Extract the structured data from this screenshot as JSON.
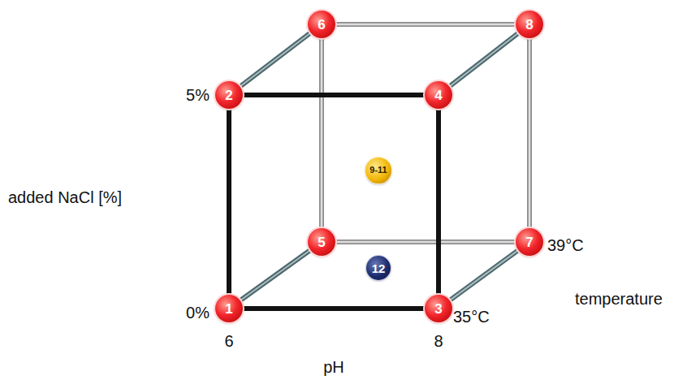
{
  "diagram": {
    "nodes": [
      {
        "text": [
          "6"
        ]
      },
      {
        "text": [
          "8"
        ]
      },
      {
        "text": [
          "2"
        ]
      },
      {
        "text": [
          "4"
        ]
      },
      {
        "text": [
          "9-11"
        ]
      },
      {
        "text": [
          "5"
        ]
      },
      {
        "text": [
          "7"
        ]
      },
      {
        "text": [
          "12"
        ]
      },
      {
        "text": [
          "1"
        ]
      },
      {
        "text": [
          "3"
        ]
      }
    ],
    "edges": [
      {
        "from": 5,
        "to": 0,
        "arrow": "none"
      },
      {
        "from": 0,
        "to": 1,
        "arrow": "none"
      },
      {
        "from": 1,
        "to": 6,
        "arrow": "none"
      },
      {
        "from": 5,
        "to": 6,
        "arrow": "none"
      },
      {
        "from": 8,
        "to": 5,
        "arrow": "none"
      },
      {
        "from": 2,
        "to": 0,
        "arrow": "none"
      },
      {
        "from": 9,
        "to": 6,
        "arrow": "none"
      },
      {
        "from": 3,
        "to": 1,
        "arrow": "none"
      },
      {
        "from": 8,
        "to": 2,
        "arrow": "none"
      },
      {
        "from": 2,
        "to": 3,
        "arrow": "none"
      },
      {
        "from": 3,
        "to": 9,
        "arrow": "none"
      },
      {
        "from": 8,
        "to": 9,
        "arrow": "none"
      }
    ],
    "labels": [
      "5%",
      "added NaCl [%]",
      "39°C",
      "temperature",
      "0%",
      "35°C",
      "6",
      "8",
      "pH"
    ]
  }
}
